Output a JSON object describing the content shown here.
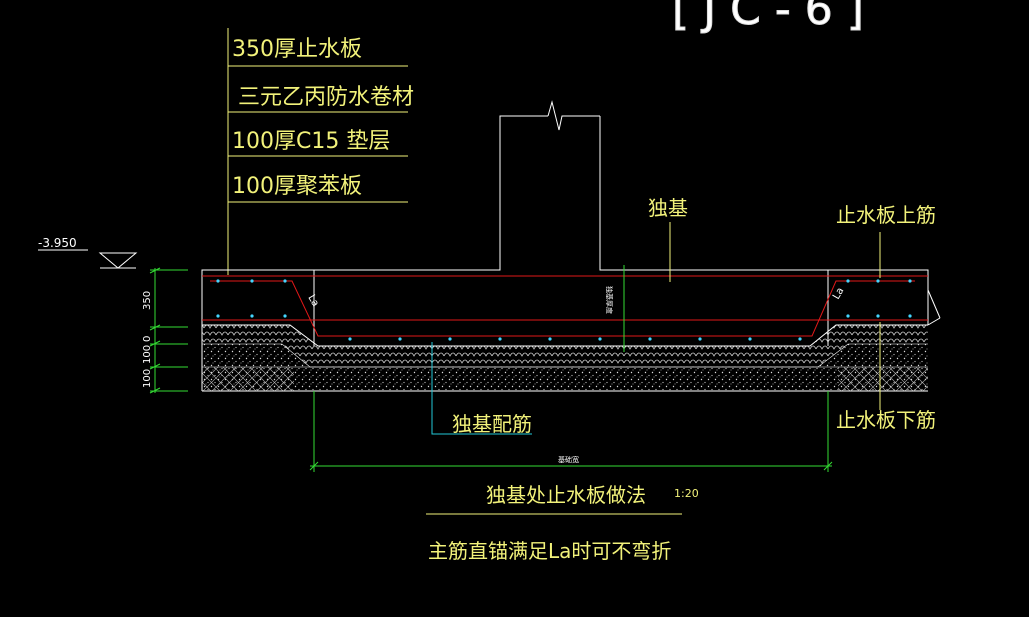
{
  "header_tag": "[JC-6]",
  "layers": [
    "350厚止水板",
    "三元乙丙防水卷材",
    "100厚C15 垫层",
    "100厚聚苯板"
  ],
  "elevation": "-3.950",
  "dimensions_left": [
    "350",
    "0",
    "100",
    "100"
  ],
  "labels": {
    "foundation": "独基",
    "top_rebar": "止水板上筋",
    "bottom_rebar": "止水板下筋",
    "foundation_rebar": "独基配筋",
    "la_left": "La",
    "la_right": "La",
    "foundation_thickness": "独基厚度",
    "foundation_width": "基础宽"
  },
  "detail_title": "独基处止水板做法",
  "scale": "1:20",
  "note": "主筋直锚满足La时可不弯折",
  "colors": {
    "background": "#000000",
    "text": "#f2f27a",
    "lines": "#ffffff",
    "rebar": "#e01818",
    "dimension": "#33dd33",
    "leader": "#22c8d8",
    "rebar_dots": "#44d6ff"
  }
}
